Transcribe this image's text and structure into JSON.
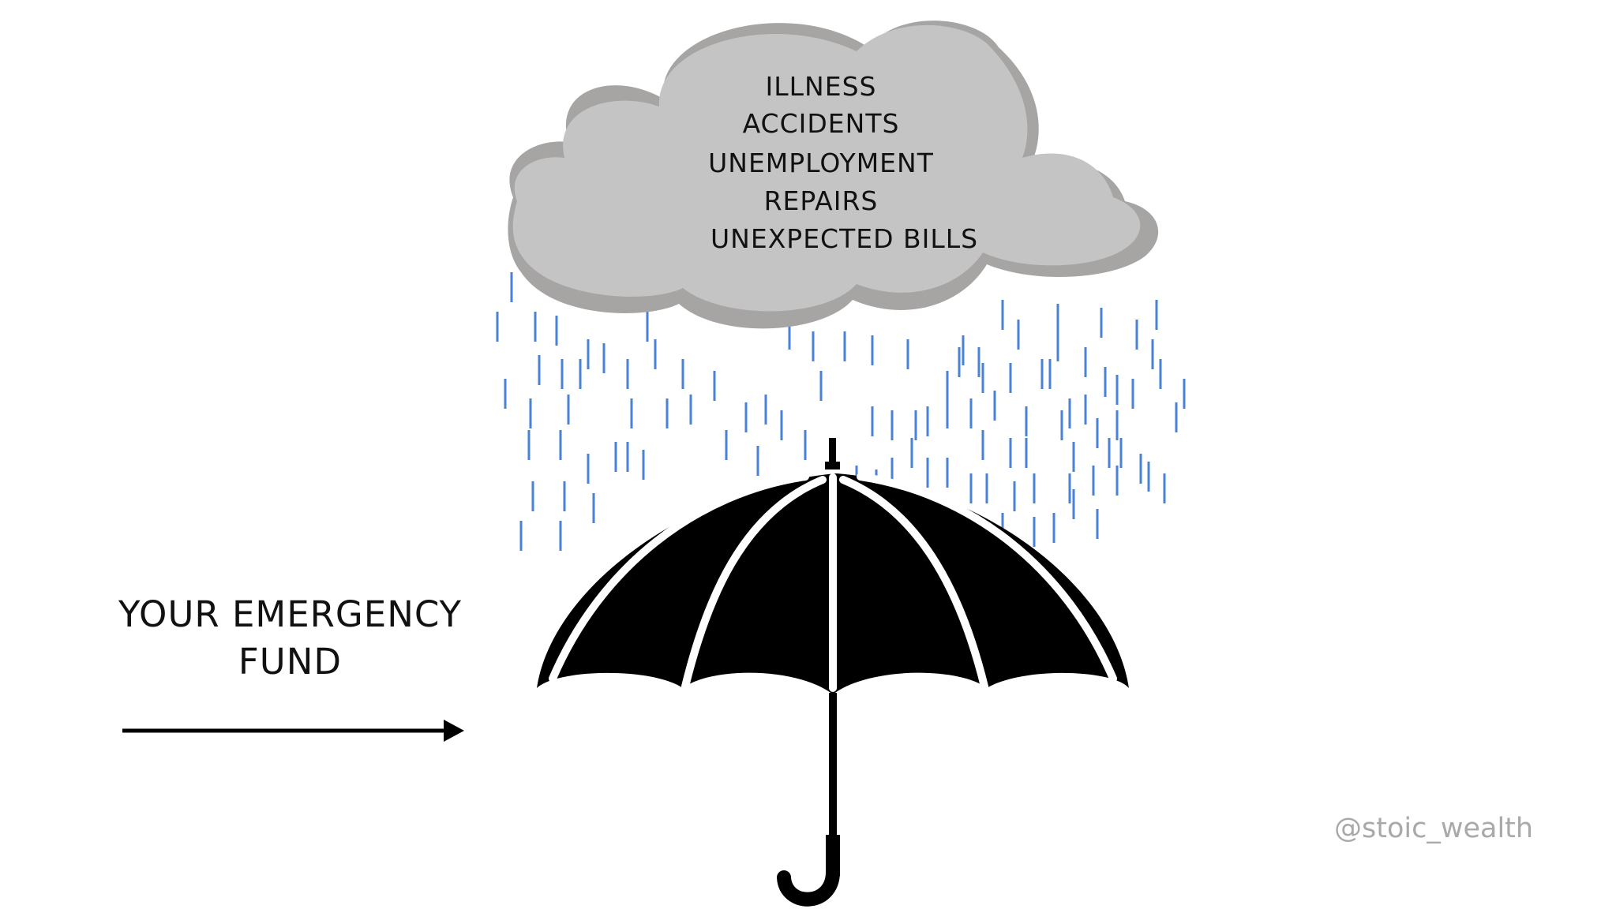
{
  "cloud": {
    "risks": [
      "ILLNESS",
      "ACCIDENTS",
      "UNEMPLOYMENT",
      "REPAIRS",
      "UNEXPECTED BILLS"
    ],
    "fill_color": "#c4c4c4",
    "shadow_color": "#a7a4a4"
  },
  "fund_label": {
    "line1": "YOUR EMERGENCY",
    "line2": "FUND"
  },
  "watermark": "@stoic_wealth",
  "colors": {
    "rain": "#4a82d6",
    "umbrella": "#000000",
    "arrow": "#000000",
    "text": "#111111",
    "watermark": "#a9a9a9"
  }
}
